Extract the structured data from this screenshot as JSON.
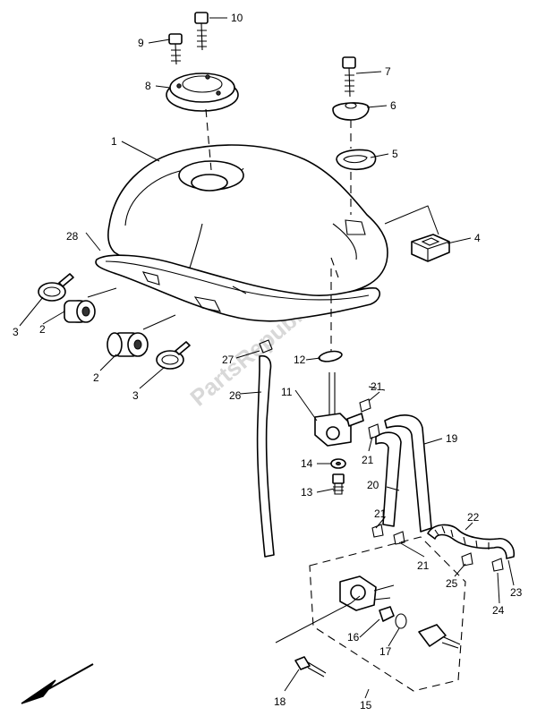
{
  "watermark": "PartsRepublik",
  "callouts": {
    "c1": "1",
    "c2a": "2",
    "c2b": "2",
    "c3a": "3",
    "c3b": "3",
    "c4": "4",
    "c5": "5",
    "c6": "6",
    "c7": "7",
    "c8": "8",
    "c9": "9",
    "c10": "10",
    "c11": "11",
    "c12": "12",
    "c13": "13",
    "c14": "14",
    "c15": "15",
    "c16": "16",
    "c17": "17",
    "c18": "18",
    "c19": "19",
    "c20": "20",
    "c21a": "21",
    "c21b": "21",
    "c21c": "21",
    "c21d": "21",
    "c22": "22",
    "c23": "23",
    "c24": "24",
    "c25": "25",
    "c26": "26",
    "c27": "27",
    "c28": "28"
  }
}
